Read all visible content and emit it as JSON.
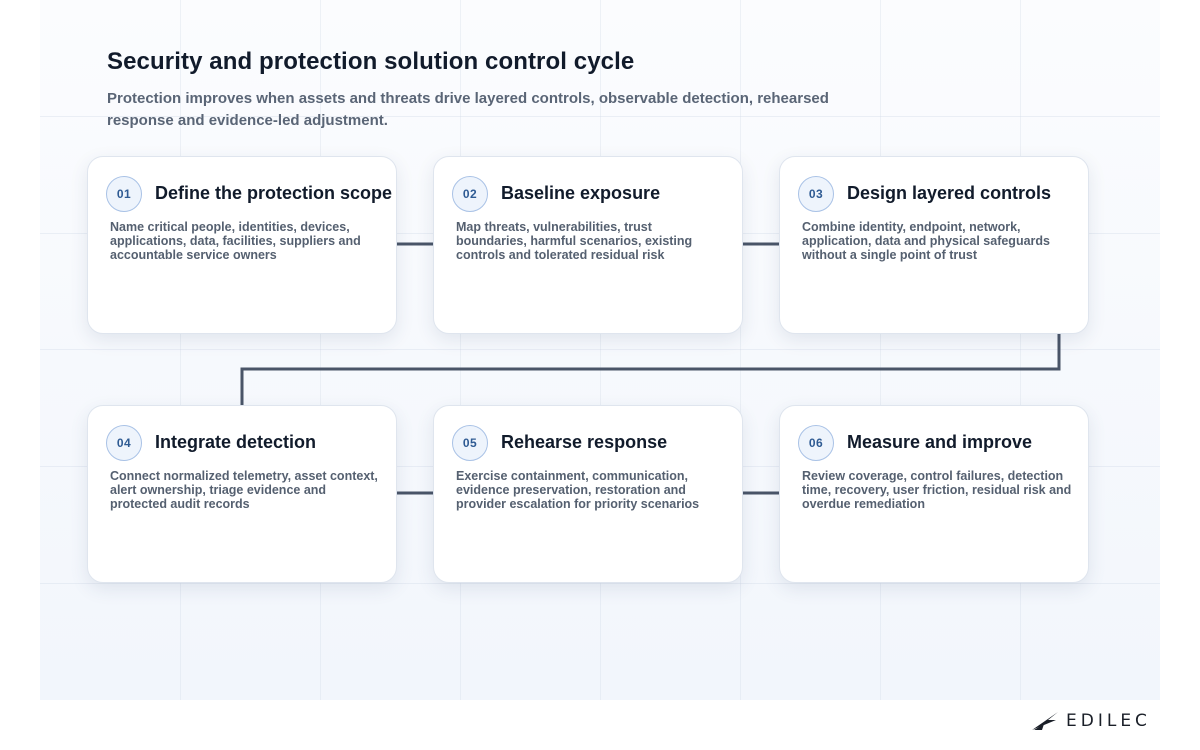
{
  "header": {
    "title": "Security and protection solution control cycle",
    "subtitle": "Protection improves when assets and threats drive layered controls, observable detection, rehearsed response and evidence-led adjustment."
  },
  "steps": [
    {
      "number": "01",
      "title": "Define the protection scope",
      "description": "Name critical people, identities, devices, applications, data, facilities, suppliers and accountable service owners"
    },
    {
      "number": "02",
      "title": "Baseline exposure",
      "description": "Map threats, vulnerabilities, trust boundaries, harmful scenarios, existing controls and tolerated residual risk"
    },
    {
      "number": "03",
      "title": "Design layered controls",
      "description": "Combine identity, endpoint, network, application, data and physical safeguards without a single point of trust"
    },
    {
      "number": "04",
      "title": "Integrate detection",
      "description": "Connect normalized telemetry, asset context, alert ownership, triage evidence and protected audit records"
    },
    {
      "number": "05",
      "title": "Rehearse response",
      "description": "Exercise containment, communication, evidence preservation, restoration and provider escalation for priority scenarios"
    },
    {
      "number": "06",
      "title": "Measure and improve",
      "description": "Review coverage, control failures, detection time, recovery, user friction, residual risk and overdue remediation"
    }
  ],
  "brand": {
    "name": "EDILEC",
    "icon": "edilec-logo-icon"
  },
  "colors": {
    "connector": "#4a5568",
    "badge_border": "#a9c2e6",
    "badge_text": "#2f5b93",
    "title_text": "#111b2b",
    "body_text": "#556070"
  }
}
